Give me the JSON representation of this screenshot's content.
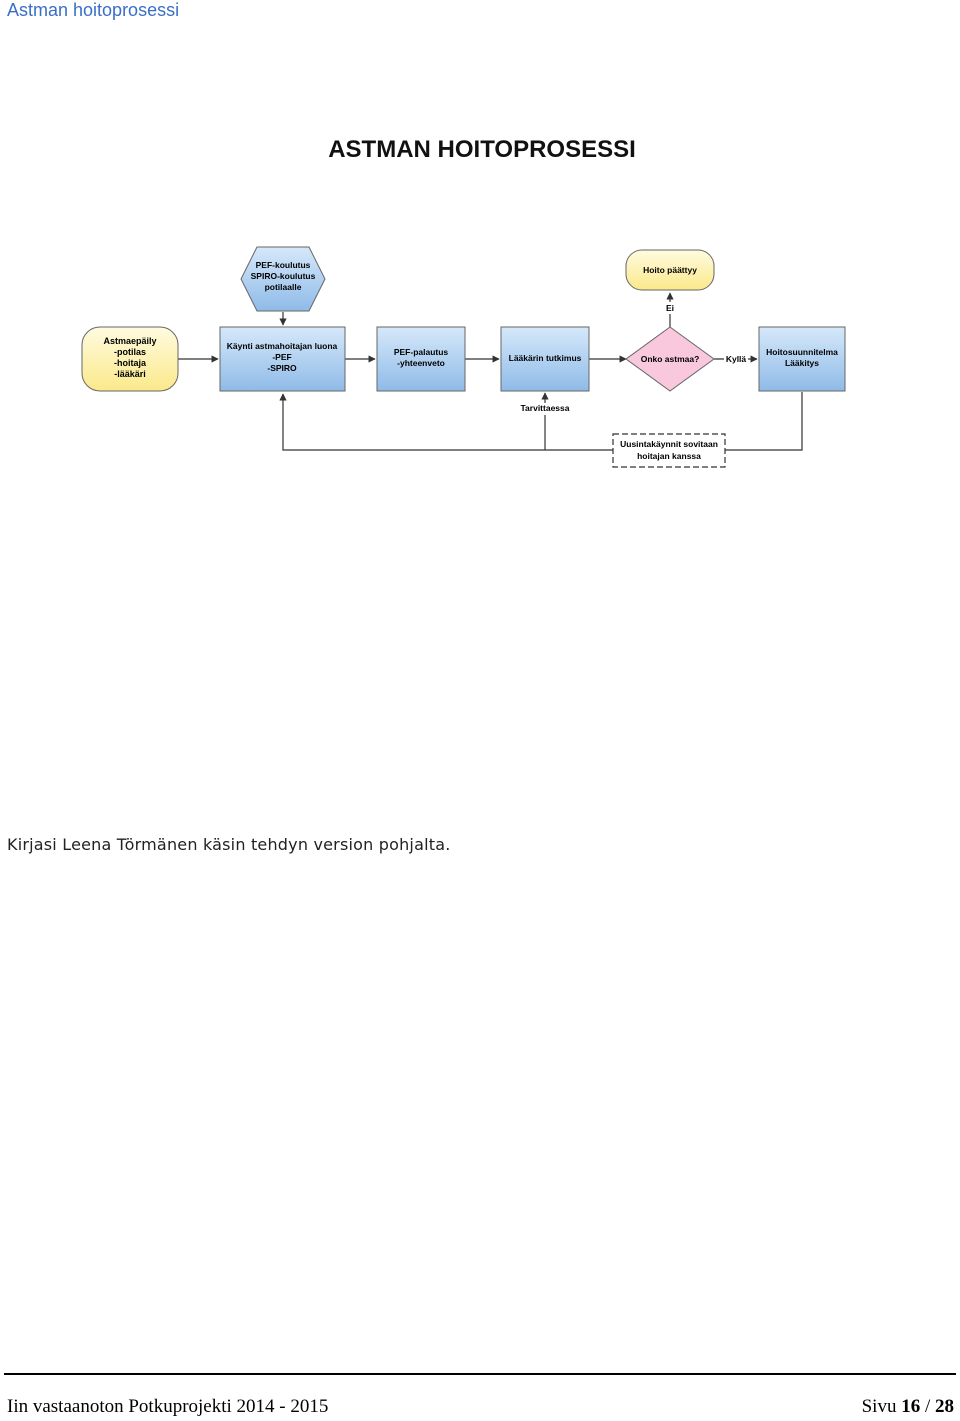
{
  "header": {
    "title": "Astman hoitoprosessi"
  },
  "diagram": {
    "title": "ASTMAN HOITOPROSESSI",
    "nodes": {
      "patient": [
        "Astmaepäily",
        "-potilas",
        "-hoitaja",
        "-lääkäri"
      ],
      "training": [
        "PEF-koulutus",
        "SPIRO-koulutus",
        "potilaalle"
      ],
      "visit": [
        "Käynti astmahoitajan luona",
        "-PEF",
        "-SPIRO"
      ],
      "pef_review": [
        "PEF-palautus",
        "-yhteenveto"
      ],
      "doctor": [
        "Lääkärin tutkimus"
      ],
      "decision": [
        "Onko astmaa?"
      ],
      "ended": [
        "Hoito päättyy"
      ],
      "plan": [
        "Hoitosuunnitelma",
        "Lääkitys"
      ],
      "followup": [
        "Uusintakäynnit sovitaan",
        "hoitajan kanssa"
      ]
    },
    "labels": {
      "no": "Ei",
      "yes": "Kyllä",
      "as_needed": "Tarvittaessa"
    },
    "colors": {
      "yellow": "#fff3a0",
      "blue": "#a8ccf0",
      "pink": "#f9c8dc",
      "line": "#333333"
    }
  },
  "caption": "Kirjasi Leena Törmänen käsin tehdyn version  pohjalta.",
  "footer": {
    "left": "Iin vastaanoton Potkuprojekti 2014 - 2015",
    "page_label": "Sivu",
    "page_current": "16",
    "page_sep": "/",
    "page_total": "28"
  }
}
